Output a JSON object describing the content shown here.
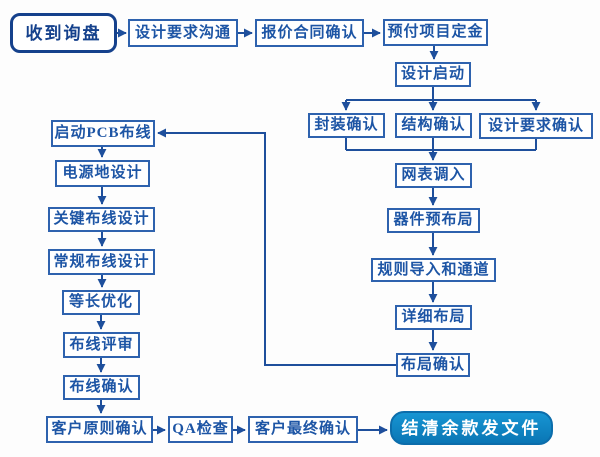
{
  "flowchart": {
    "description": "PCB design service workflow flowchart",
    "nodes": [
      {
        "id": "receive-inquiry",
        "label": "收到询盘",
        "type": "terminal"
      },
      {
        "id": "design-requirements-communication",
        "label": "设计要求沟通",
        "type": "process"
      },
      {
        "id": "quote-contract-confirm",
        "label": "报价合同确认",
        "type": "process"
      },
      {
        "id": "prepay-project-deposit",
        "label": "预付项目定金",
        "type": "process"
      },
      {
        "id": "design-kickoff",
        "label": "设计启动",
        "type": "process"
      },
      {
        "id": "footprint-confirm",
        "label": "封装确认",
        "type": "process"
      },
      {
        "id": "structure-confirm",
        "label": "结构确认",
        "type": "process"
      },
      {
        "id": "design-requirements-confirm",
        "label": "设计要求确认",
        "type": "process"
      },
      {
        "id": "netlist-import",
        "label": "网表调入",
        "type": "process"
      },
      {
        "id": "component-pre-placement",
        "label": "器件预布局",
        "type": "process"
      },
      {
        "id": "rules-import-and-channels",
        "label": "规则导入和通道",
        "type": "process"
      },
      {
        "id": "detailed-placement",
        "label": "详细布局",
        "type": "process"
      },
      {
        "id": "placement-confirm",
        "label": "布局确认",
        "type": "process"
      },
      {
        "id": "start-pcb-routing",
        "label": "启动PCB布线",
        "type": "process"
      },
      {
        "id": "power-ground-design",
        "label": "电源地设计",
        "type": "process"
      },
      {
        "id": "critical-routing-design",
        "label": "关键布线设计",
        "type": "process"
      },
      {
        "id": "general-routing-design",
        "label": "常规布线设计",
        "type": "process"
      },
      {
        "id": "length-matching-optimization",
        "label": "等长优化",
        "type": "process"
      },
      {
        "id": "routing-review",
        "label": "布线评审",
        "type": "process"
      },
      {
        "id": "routing-confirm",
        "label": "布线确认",
        "type": "process"
      },
      {
        "id": "customer-principle-confirm",
        "label": "客户原则确认",
        "type": "process"
      },
      {
        "id": "qa-check",
        "label": "QA检查",
        "type": "process"
      },
      {
        "id": "customer-final-confirm",
        "label": "客户最终确认",
        "type": "process"
      },
      {
        "id": "settle-balance-deliver-files",
        "label": "结清余款发文件",
        "type": "end"
      }
    ],
    "edges": [
      [
        "receive-inquiry",
        "design-requirements-communication"
      ],
      [
        "design-requirements-communication",
        "quote-contract-confirm"
      ],
      [
        "quote-contract-confirm",
        "prepay-project-deposit"
      ],
      [
        "prepay-project-deposit",
        "design-kickoff"
      ],
      [
        "design-kickoff",
        "footprint-confirm"
      ],
      [
        "design-kickoff",
        "structure-confirm"
      ],
      [
        "design-kickoff",
        "design-requirements-confirm"
      ],
      [
        "footprint-confirm",
        "netlist-import"
      ],
      [
        "structure-confirm",
        "netlist-import"
      ],
      [
        "design-requirements-confirm",
        "netlist-import"
      ],
      [
        "netlist-import",
        "component-pre-placement"
      ],
      [
        "component-pre-placement",
        "rules-import-and-channels"
      ],
      [
        "rules-import-and-channels",
        "detailed-placement"
      ],
      [
        "detailed-placement",
        "placement-confirm"
      ],
      [
        "placement-confirm",
        "start-pcb-routing"
      ],
      [
        "start-pcb-routing",
        "power-ground-design"
      ],
      [
        "power-ground-design",
        "critical-routing-design"
      ],
      [
        "critical-routing-design",
        "general-routing-design"
      ],
      [
        "general-routing-design",
        "length-matching-optimization"
      ],
      [
        "length-matching-optimization",
        "routing-review"
      ],
      [
        "routing-review",
        "routing-confirm"
      ],
      [
        "routing-confirm",
        "customer-principle-confirm"
      ],
      [
        "customer-principle-confirm",
        "qa-check"
      ],
      [
        "qa-check",
        "customer-final-confirm"
      ],
      [
        "customer-final-confirm",
        "settle-balance-deliver-files"
      ]
    ]
  },
  "colors": {
    "background": "#fdfdfd",
    "line": "#1e4f9c",
    "box_border": "#2e62ae",
    "box_text": "#1d55a5",
    "terminal_border": "#15418c",
    "end_fill_top": "#1795d3",
    "end_fill_bottom": "#0a76b5",
    "end_border": "#0c6dab",
    "end_text": "#ffffff"
  }
}
